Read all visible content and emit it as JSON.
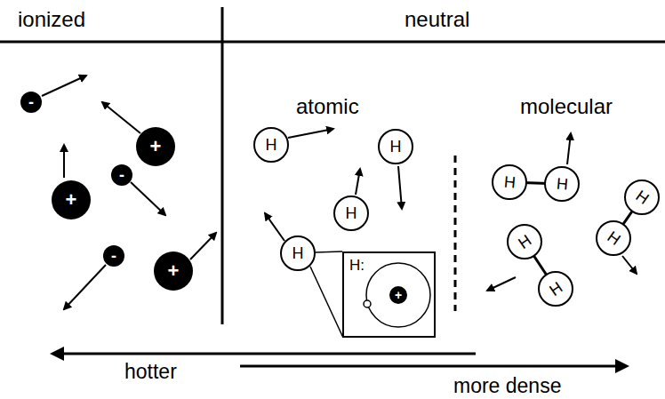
{
  "diagram": {
    "nodes": [
      {
        "text": [
          "-"
        ]
      },
      {
        "text": [
          "+"
        ]
      },
      {
        "text": [
          "-"
        ]
      },
      {
        "text": [
          "+"
        ]
      },
      {
        "text": [
          "-"
        ]
      },
      {
        "text": [
          "+"
        ]
      },
      {
        "text": [
          "H"
        ]
      },
      {
        "text": [
          "H"
        ]
      },
      {
        "text": [
          "H"
        ]
      },
      {
        "text": [
          "H"
        ]
      },
      {
        "text": [
          "H:"
        ]
      },
      {
        "text": [
          "+"
        ],
        "in": 10
      },
      {
        "text": [
          "H"
        ]
      },
      {
        "text": [
          "H"
        ]
      },
      {
        "text": [
          "H"
        ]
      },
      {
        "text": [
          "H"
        ]
      },
      {
        "text": [
          "H"
        ]
      },
      {
        "text": [
          "H"
        ]
      }
    ],
    "labels": [
      "ionized",
      "neutral",
      "atomic",
      "molecular",
      "hotter",
      "more dense"
    ]
  }
}
